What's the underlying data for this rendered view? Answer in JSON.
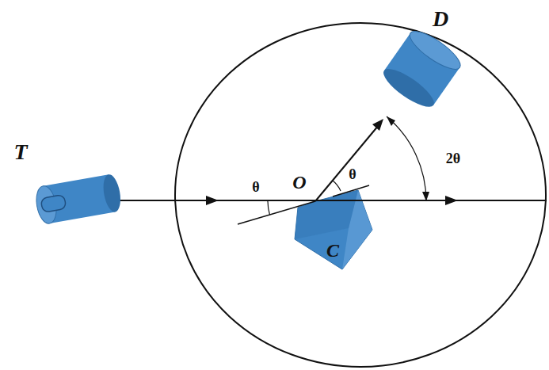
{
  "diagram": {
    "labels": [
      "T",
      "D",
      "O",
      "θ",
      "θ",
      "2θ",
      "C"
    ]
  }
}
